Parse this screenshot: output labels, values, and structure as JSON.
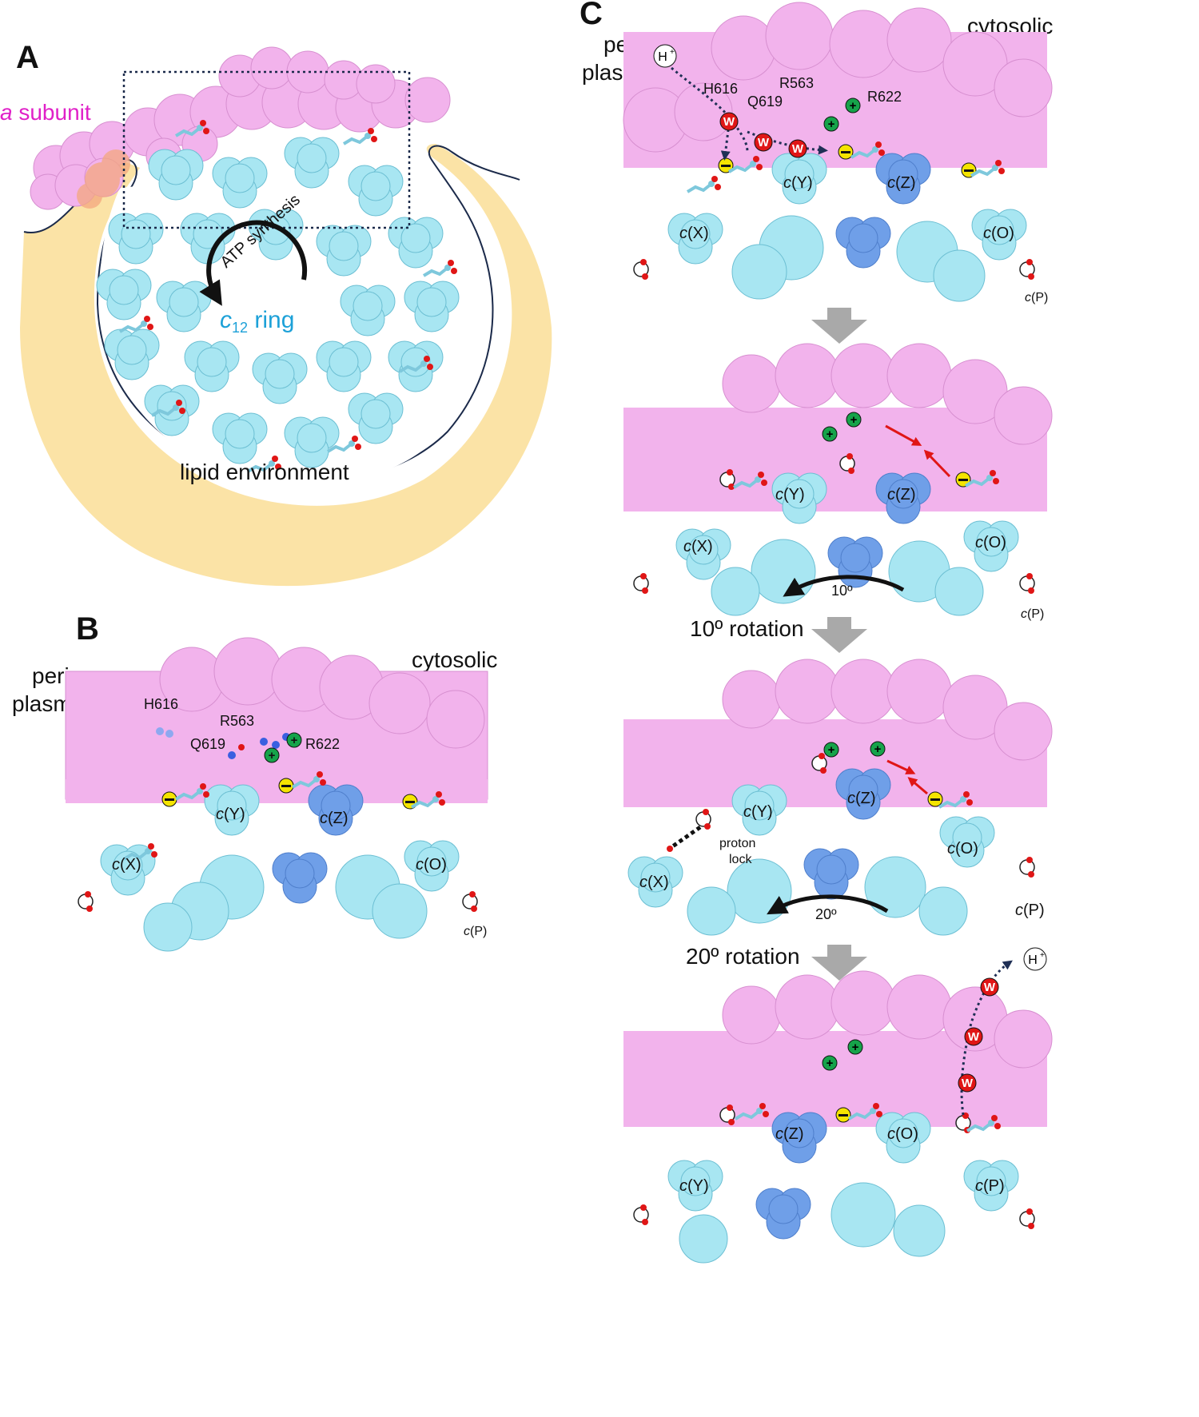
{
  "panels": {
    "A": {
      "letter": "A",
      "a_subunit_italic": "a",
      "a_subunit_rest": " subunit",
      "ring_c": "c",
      "ring_sub": "12",
      "ring_rest": " ring",
      "atp_synthesis": "ATP synthesis",
      "lipid_environment": "lipid environment"
    },
    "B": {
      "letter": "B",
      "peri_line1": "peri",
      "peri_line2": "plasmic",
      "cytosolic": "cytosolic",
      "residues": {
        "h616": "H616",
        "r563": "R563",
        "q619": "Q619",
        "r622": "R622"
      },
      "chains": {
        "x": "(X)",
        "y": "(Y)",
        "z": "(Z)",
        "o": "(O)",
        "p": "(P)"
      },
      "c_italic": "c"
    },
    "C": {
      "letter": "C",
      "peri_line1": "peri",
      "peri_line2": "plasmic",
      "cytosolic": "cytosolic",
      "residues": {
        "h616": "H616",
        "r563": "R563",
        "q619": "Q619",
        "r622": "R622"
      },
      "c_italic": "c",
      "step1": {
        "chains": {
          "x": "(X)",
          "y": "(Y)",
          "z": "(Z)",
          "o": "(O)",
          "p": "(P)"
        },
        "proton": "H",
        "proton_sup": "+"
      },
      "step2": {
        "chains": {
          "x": "(X)",
          "y": "(Y)",
          "z": "(Z)",
          "o": "(O)",
          "p": "(P)"
        },
        "angle": "10º"
      },
      "step2_caption": "10º rotation",
      "step3": {
        "chains": {
          "x": "(X)",
          "y": "(Y)",
          "z": "(Z)",
          "o": "(O)",
          "p": "(P)"
        },
        "angle": "20º",
        "proton_lock_1": "proton",
        "proton_lock_2": "lock"
      },
      "step3_caption": "20º rotation",
      "step4": {
        "chains": {
          "y": "(Y)",
          "z": "(Z)",
          "o": "(O)",
          "p": "(P)"
        },
        "proton": "H",
        "proton_sup": "+"
      }
    }
  },
  "symbols": {
    "water": "W",
    "plus": "+",
    "minus": "−"
  },
  "colors": {
    "a_subunit": "#f2b3ec",
    "a_subunit_label": "#e020c8",
    "c_subunit": "#a8e6f2",
    "c_subunit_active": "#6f9fe8",
    "lipid": "#fbe3a6",
    "ring_label": "#1da1d8",
    "water": "#e01616",
    "positive": "#16a34a",
    "negative": "#f5e400",
    "arrow_gray": "#a9a9a9",
    "red_arrow": "#e01616",
    "path_navy": "#1f2f55"
  }
}
